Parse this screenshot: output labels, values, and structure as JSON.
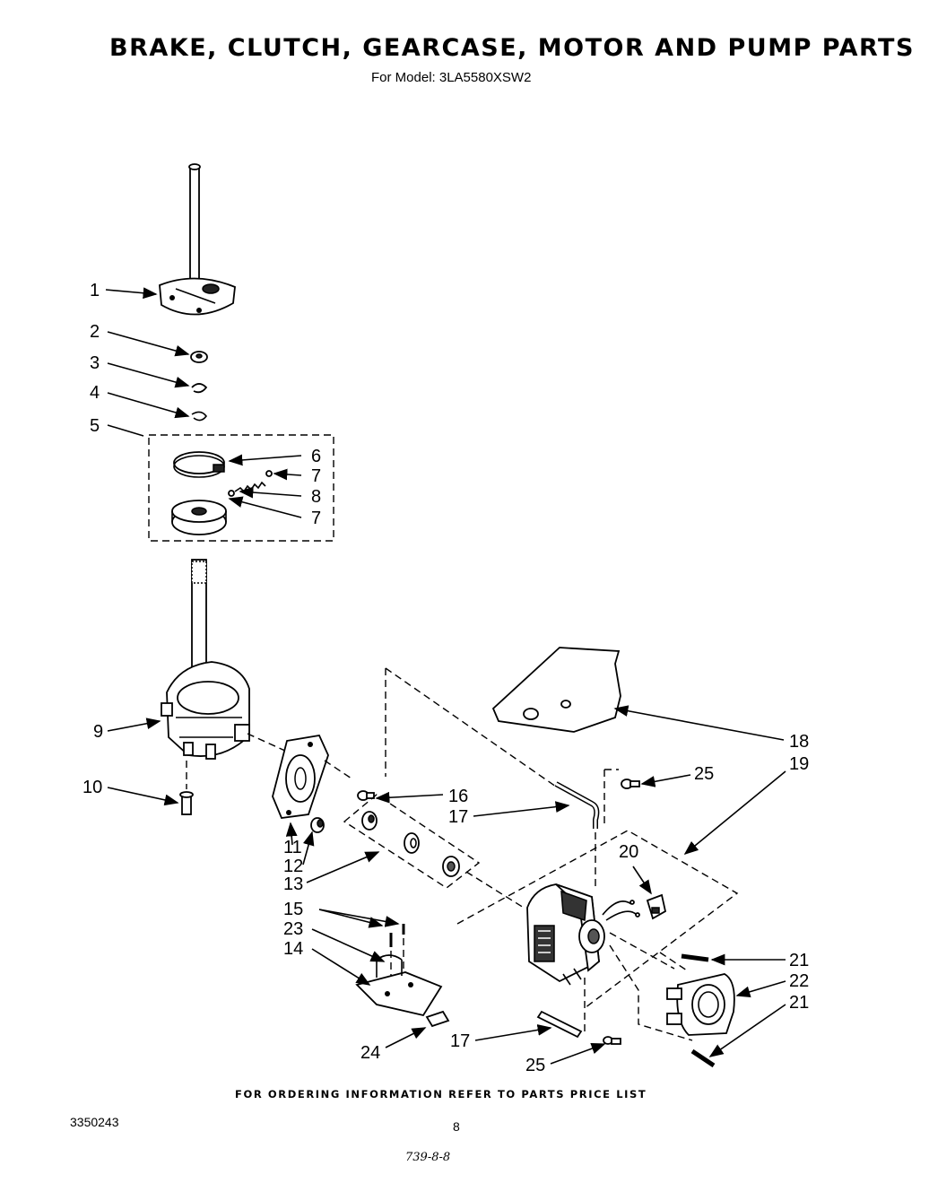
{
  "header": {
    "title": "BRAKE, CLUTCH, GEARCASE, MOTOR AND PUMP PARTS",
    "model_line": "For Model: 3LA5580XSW2"
  },
  "callouts": {
    "c1": "1",
    "c2": "2",
    "c3": "3",
    "c4": "4",
    "c5": "5",
    "c6": "6",
    "c7a": "7",
    "c8": "8",
    "c7b": "7",
    "c9": "9",
    "c10": "10",
    "c11": "11",
    "c12": "12",
    "c13": "13",
    "c15": "15",
    "c23": "23",
    "c14": "14",
    "c16": "16",
    "c17a": "17",
    "c18": "18",
    "c19": "19",
    "c25a": "25",
    "c20": "20",
    "c21a": "21",
    "c22": "22",
    "c21b": "21",
    "c24": "24",
    "c17b": "17",
    "c25b": "25"
  },
  "footer": {
    "ordering_note": "FOR ORDERING INFORMATION REFER TO PARTS PRICE LIST",
    "document_number": "3350243",
    "page_number": "8",
    "handwritten_note": "739-8-8"
  }
}
